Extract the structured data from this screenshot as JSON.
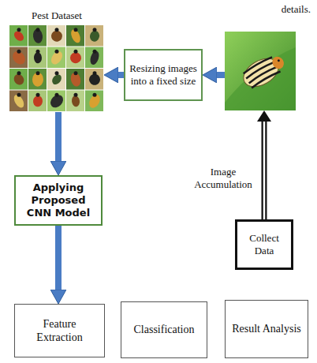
{
  "diagram": {
    "nodes": [
      {
        "text": [
          "Pest Dataset"
        ]
      },
      {
        "text": [
          "Resizing images into a fixed size"
        ]
      },
      {
        "text": [
          "Image Accumulation"
        ]
      },
      {
        "text": [
          "Applying Proposed CNN Model"
        ]
      },
      {
        "text": [
          "Collect Data"
        ]
      },
      {
        "text": [
          "Feature Extraction"
        ]
      },
      {
        "text": [
          "Classification"
        ]
      },
      {
        "text": [
          "Result Analysis"
        ]
      }
    ],
    "edges": [
      {
        "from": 4,
        "to": 2,
        "arrow": "to"
      },
      {
        "from": 2,
        "to": 1,
        "arrow": "to"
      },
      {
        "from": 1,
        "to": 0,
        "arrow": "to"
      },
      {
        "from": 0,
        "to": 3,
        "arrow": "to"
      },
      {
        "from": 3,
        "to": 5,
        "arrow": "to"
      }
    ],
    "labels": [
      "details."
    ]
  }
}
